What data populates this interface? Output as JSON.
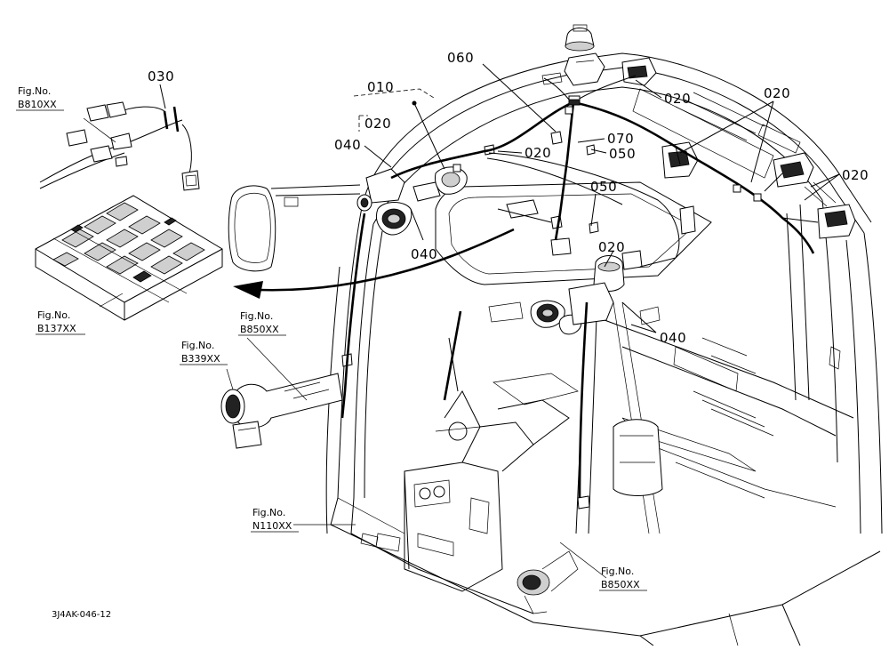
{
  "diagram_code": "3J4AK-046-12",
  "callouts": {
    "c010": "010",
    "c020_bracket": "020",
    "c030": "030",
    "c040_left": "040",
    "c040_low": "040",
    "c040_right": "040",
    "c050_upper": "050",
    "c050_lower": "050",
    "c060": "060",
    "c070": "070",
    "c020_top": "020",
    "c020_mid": "020",
    "c020_right": "020",
    "c020_far": "020",
    "c020_center": "020"
  },
  "figure_refs": {
    "b810": {
      "label": "Fig.No.",
      "number": "B810XX"
    },
    "b137": {
      "label": "Fig.No.",
      "number": "B137XX"
    },
    "b850_upper": {
      "label": "Fig.No.",
      "number": "B850XX"
    },
    "b339": {
      "label": "Fig.No.",
      "number": "B339XX"
    },
    "n110": {
      "label": "Fig.No.",
      "number": "N110XX"
    },
    "b850_lower": {
      "label": "Fig.No.",
      "number": "B850XX"
    }
  }
}
